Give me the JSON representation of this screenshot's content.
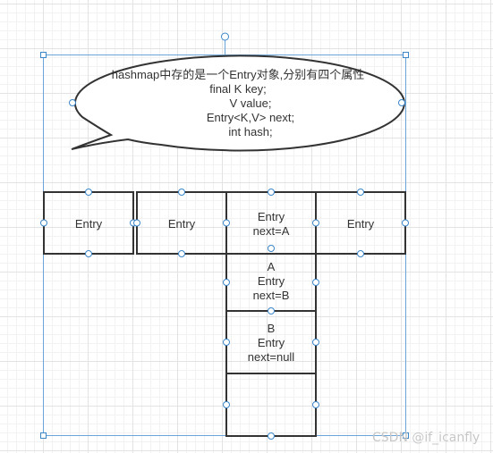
{
  "bubble": {
    "lines": [
      "hashmap中存的是一个Entry对象,分别有四个属性",
      "final K key;",
      "V value;",
      "Entry<K,V> next;",
      "int hash;"
    ]
  },
  "array_cells": [
    {
      "lines": [
        "Entry"
      ]
    },
    {
      "lines": [
        "Entry"
      ]
    },
    {
      "lines": [
        "Entry",
        "next=A"
      ]
    },
    {
      "lines": [
        "Entry"
      ]
    }
  ],
  "chain_cells": [
    {
      "lines": [
        "A",
        "Entry",
        "next=B"
      ]
    },
    {
      "lines": [
        "B",
        "Entry",
        "next=null"
      ]
    },
    {
      "lines": []
    }
  ],
  "watermark": "CSDN @if_icanfly",
  "colors": {
    "stroke": "#333333",
    "selection": "#6aa4d8",
    "handle": "#3b86c9",
    "text": "#333333",
    "watermark": "#c7c7c7"
  }
}
